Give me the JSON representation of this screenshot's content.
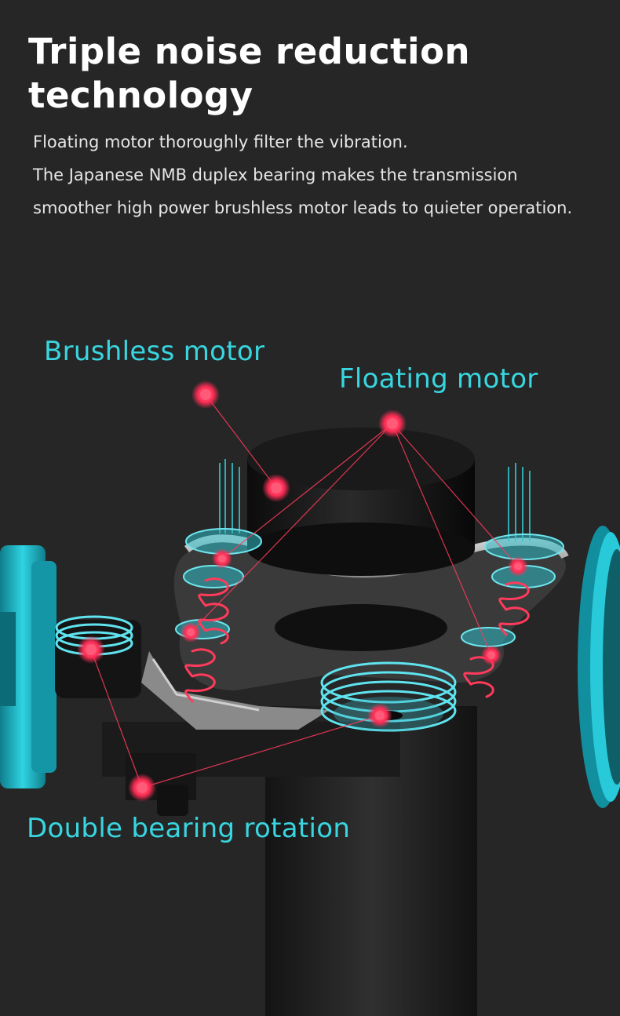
{
  "heading": {
    "line1": "Triple noise reduction",
    "line2": "technology"
  },
  "description": {
    "line1": "Floating motor thoroughly filter the vibration.",
    "line2": "The Japanese NMB duplex bearing makes the transmission smoother high power brushless motor leads to quieter operation."
  },
  "callouts": {
    "brushless_motor": "Brushless motor",
    "floating_motor": "Floating motor",
    "double_bearing_rotation": "Double bearing rotation"
  },
  "colors": {
    "background": "#262626",
    "heading": "#ffffff",
    "label_accent": "#38d6e0",
    "hotspot": "#ff2d55",
    "spring": "#ff3b5c",
    "housing_cyan": "#1ab9c9"
  }
}
